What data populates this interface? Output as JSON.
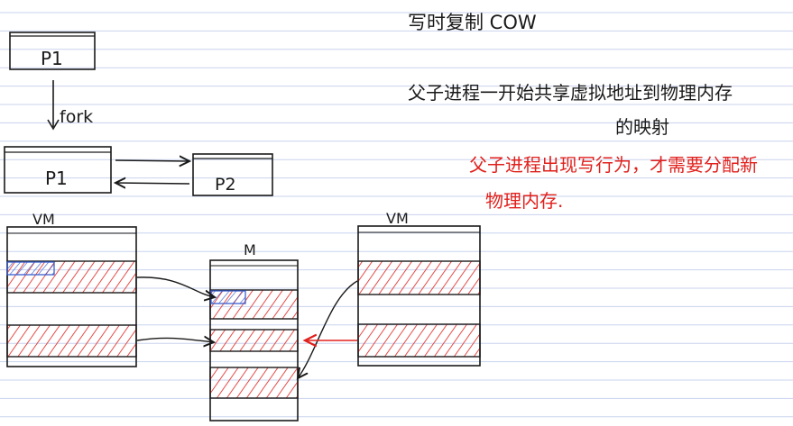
{
  "title": "写时复制 COW",
  "note_black_line1": "父子进程一开始共享虚拟地址到物理内存",
  "note_black_line2": "的映射",
  "note_red_line1": "父子进程出现写行为，才需要分配新",
  "note_red_line2": "物理内存.",
  "process_parent": "P1",
  "process_child": "P2",
  "fork_label": "fork",
  "vm_left_label": "VM",
  "vm_right_label": "VM",
  "memory_label": "M",
  "colors": {
    "ink": "#1a1a1a",
    "red": "#e0201c",
    "blue": "#3a5fd0",
    "rule_line": "#c9d3ee"
  }
}
